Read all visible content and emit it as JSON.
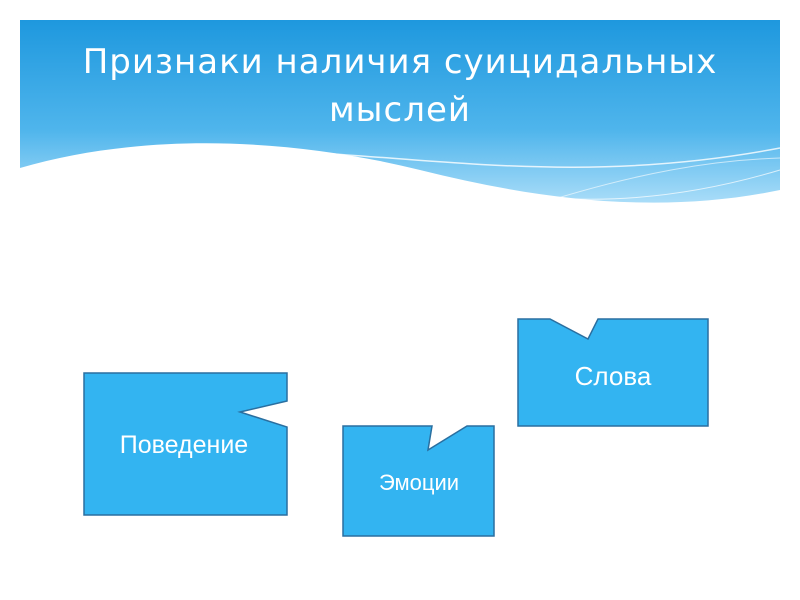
{
  "title": "Признаки наличия суицидальных мыслей",
  "boxes": [
    {
      "label": "Поведение"
    },
    {
      "label": "Эмоции"
    },
    {
      "label": "Слова"
    }
  ],
  "colors": {
    "box_fill": "#33b4f1",
    "box_stroke": "#2a6fa0",
    "banner_top": "#1a9ae0",
    "banner_bottom": "#aee0fb"
  }
}
